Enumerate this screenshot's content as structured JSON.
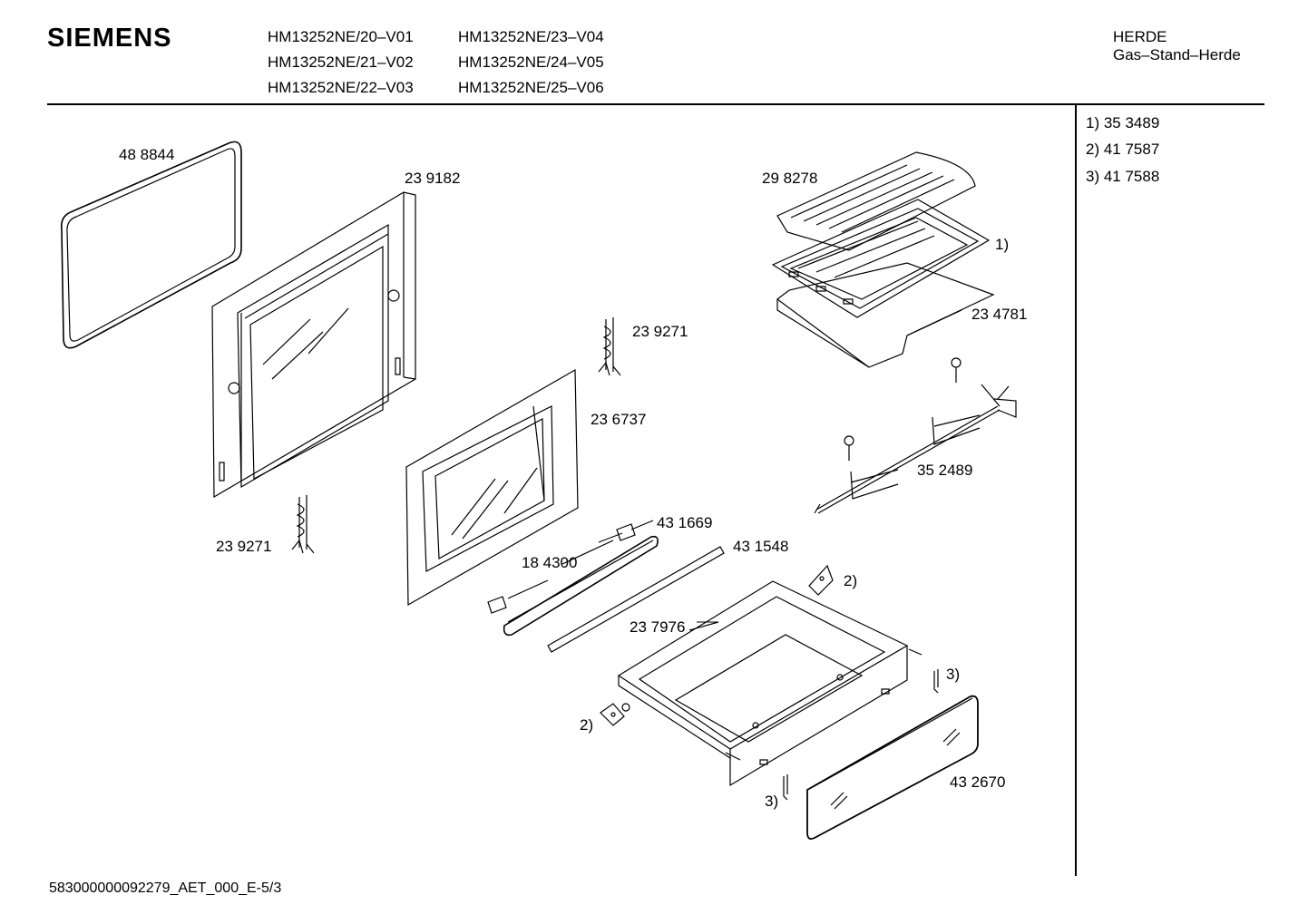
{
  "header": {
    "brand": "SIEMENS",
    "models": [
      "HM13252NE/20–V01",
      "HM13252NE/21–V02",
      "HM13252NE/22–V03",
      "HM13252NE/23–V04",
      "HM13252NE/24–V05",
      "HM13252NE/25–V06"
    ],
    "category": "HERDE",
    "subcategory": "Gas–Stand–Herde"
  },
  "notes": [
    "1) 35 3489",
    "2) 41 7587",
    "3) 41 7588"
  ],
  "parts": {
    "door_seal": "48 8844",
    "inner_door_panel": "23 9182",
    "hinge_upper": "23 9271",
    "hinge_lower": "23 9271",
    "outer_door_glass": "23 6737",
    "handle_end_caps": "43 1669",
    "handle_bar": "18 4300",
    "trim_strip": "43 1548",
    "drawer_rail": "23 7976",
    "grill_rack": "29 8278",
    "rack_note": "1)",
    "baking_tray": "23 4781",
    "rotisserie_spit": "35 2489",
    "drawer_front": "43 2670",
    "clip_note_top": "2)",
    "clip_note_left": "2)",
    "bracket_note_right": "3)",
    "bracket_note_bottom": "3)"
  },
  "footer": {
    "document_id": "583000000092279_AET_000_E-5/3"
  }
}
